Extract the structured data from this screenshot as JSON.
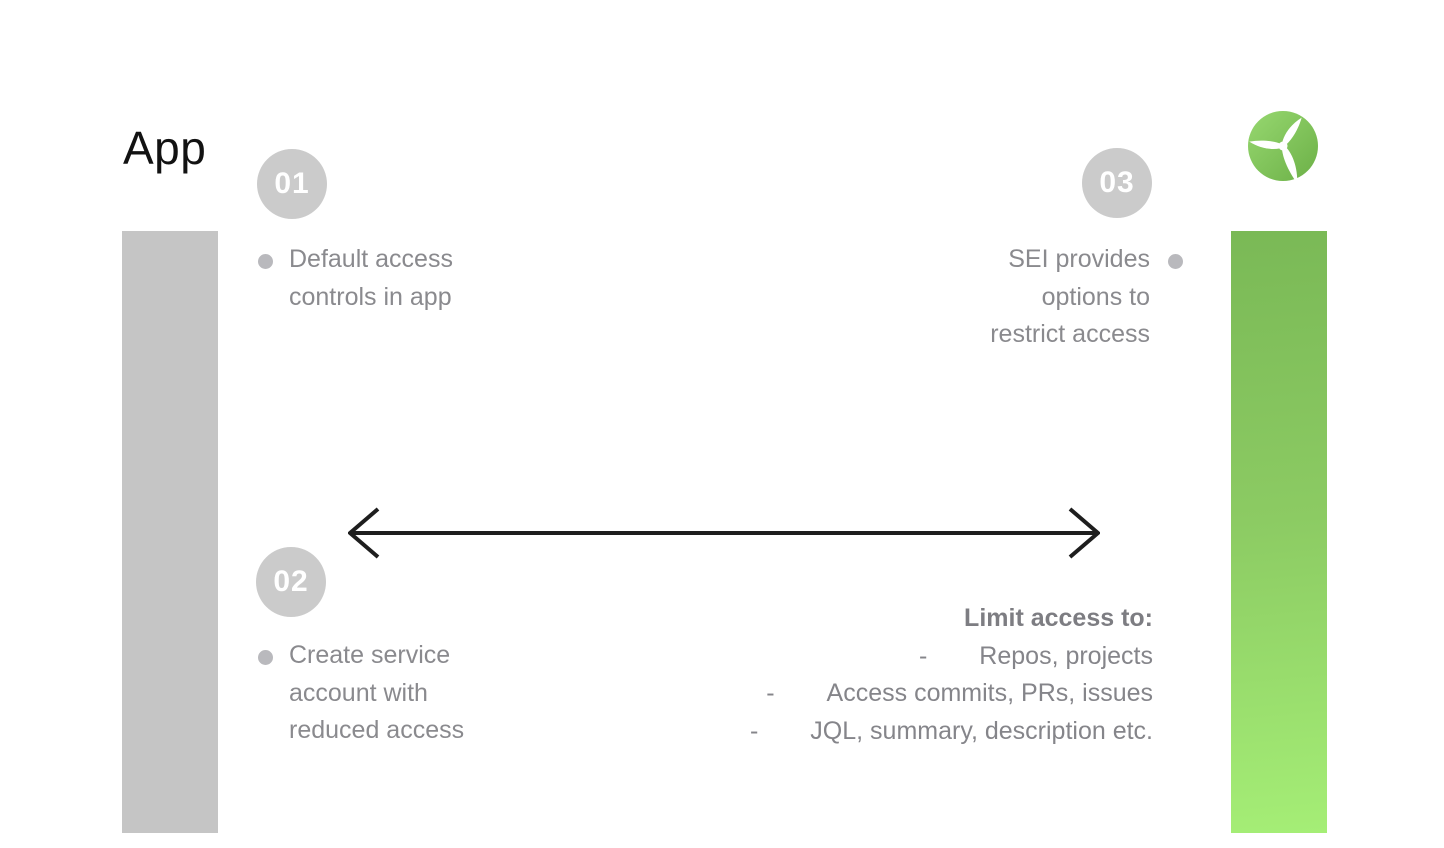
{
  "title": "App",
  "logo": {
    "icon": "harness-sei-propeller-logo",
    "color_top": "#95d76e",
    "color_bottom": "#6cb047"
  },
  "colors": {
    "background": "#ffffff",
    "left_bar": "#c5c5c5",
    "right_bar_gradient_top": "#7ab956",
    "right_bar_gradient_bottom": "#a5ee76",
    "badge_background": "#cbcbcb",
    "badge_text": "#ffffff",
    "body_text": "#8a8a8e",
    "heading_text": "#7d7d82",
    "title_text": "#121212",
    "arrow": "#1e1e1e",
    "bullet": "#b9b9bd"
  },
  "steps": [
    {
      "number": "01",
      "text": "Default access controls in app"
    },
    {
      "number": "02",
      "text": "Create service account with reduced access"
    },
    {
      "number": "03",
      "text": "SEI provides options to restrict access"
    }
  ],
  "limit_list": {
    "heading": "Limit access to:",
    "dash": "-",
    "items": [
      "Repos, projects",
      "Access commits, PRs, issues",
      "JQL, summary, description etc."
    ]
  }
}
